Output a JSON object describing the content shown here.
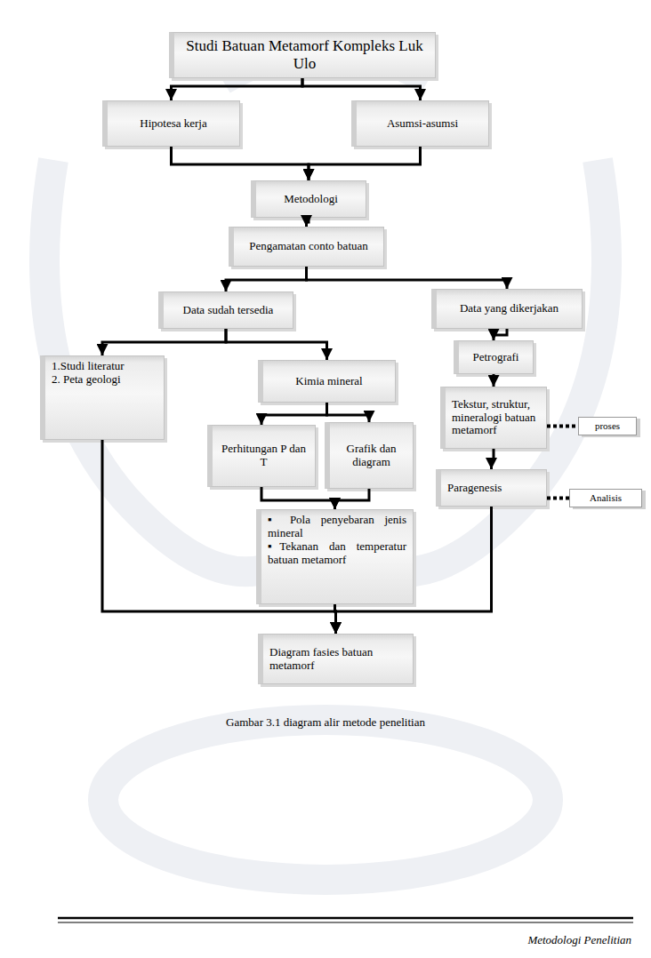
{
  "diagram": {
    "caption": "Gambar 3.1 diagram alir metode penelitian",
    "nodes": [
      {
        "text": [
          "Studi Batuan Metamorf Kompleks Luk Ulo"
        ]
      },
      {
        "text": [
          "Hipotesa kerja"
        ]
      },
      {
        "text": [
          "Asumsi-asumsi"
        ]
      },
      {
        "text": [
          "Metodologi"
        ]
      },
      {
        "text": [
          "Pengamatan conto batuan"
        ]
      },
      {
        "text": [
          "Data sudah tersedia"
        ]
      },
      {
        "text": [
          "Data yang dikerjakan"
        ]
      },
      {
        "text": [
          "1.Studi literatur",
          "2. Peta geologi"
        ]
      },
      {
        "text": [
          "Kimia mineral"
        ]
      },
      {
        "text": [
          "Petrografi"
        ]
      },
      {
        "text": [
          "Tekstur, struktur, mineralogi batuan metamorf"
        ]
      },
      {
        "text": [
          "proses"
        ]
      },
      {
        "text": [
          "Perhitungan P dan T"
        ]
      },
      {
        "text": [
          "Grafik dan diagram"
        ]
      },
      {
        "text": [
          "Paragenesis"
        ]
      },
      {
        "text": [
          "Analisis"
        ]
      },
      {
        "text": [
          "▪ Pola penyebaran jenis mineral",
          "▪Tekanan dan temperatur batuan metamorf"
        ]
      },
      {
        "text": [
          "Diagram fasies batuan metamorf"
        ]
      }
    ],
    "edges": [
      {
        "from": 0,
        "to": 1,
        "arrow": "to"
      },
      {
        "from": 0,
        "to": 2,
        "arrow": "to"
      },
      {
        "from": 1,
        "to": 3,
        "arrow": "to"
      },
      {
        "from": 2,
        "to": 3,
        "arrow": "to"
      },
      {
        "from": 3,
        "to": 4,
        "arrow": "to"
      },
      {
        "from": 4,
        "to": 5,
        "arrow": "to"
      },
      {
        "from": 4,
        "to": 6,
        "arrow": "to"
      },
      {
        "from": 5,
        "to": 7,
        "arrow": "to"
      },
      {
        "from": 5,
        "to": 8,
        "arrow": "to"
      },
      {
        "from": 6,
        "to": 9,
        "arrow": "to"
      },
      {
        "from": 9,
        "to": 10,
        "arrow": "to"
      },
      {
        "from": 10,
        "to": 11,
        "arrow": "none"
      },
      {
        "from": 8,
        "to": 12,
        "arrow": "to"
      },
      {
        "from": 8,
        "to": 13,
        "arrow": "to"
      },
      {
        "from": 10,
        "to": 14,
        "arrow": "to"
      },
      {
        "from": 14,
        "to": 15,
        "arrow": "none"
      },
      {
        "from": 12,
        "to": 16,
        "arrow": "to"
      },
      {
        "from": 13,
        "to": 16,
        "arrow": "to"
      },
      {
        "from": 7,
        "to": 17,
        "arrow": "to"
      },
      {
        "from": 16,
        "to": 17,
        "arrow": "to"
      },
      {
        "from": 14,
        "to": 17,
        "arrow": "to"
      }
    ],
    "labels": [
      "Metodologi Penelitian"
    ]
  }
}
